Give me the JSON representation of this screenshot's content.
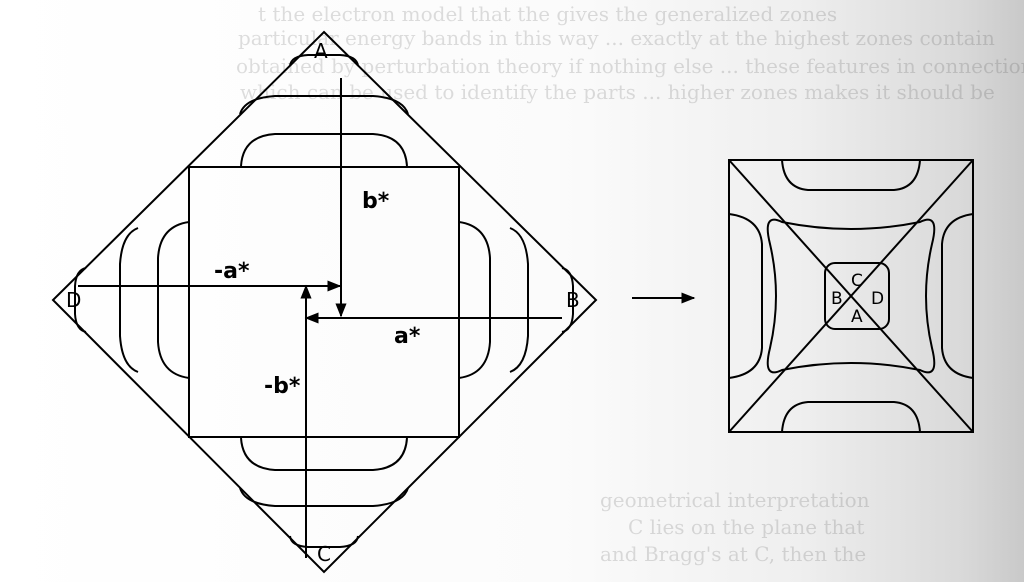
{
  "background_text": [
    "t the electron model that the gives the generalized zones",
    "particular energy bands in this way ... exactly at the highest zones contain",
    "obtained by perturbation theory if nothing else ... these features in connection with the",
    "which can be used to identify the parts ... higher zones makes it should be",
    "geometrical interpretation",
    "C lies on the plane that",
    "and Bragg's at C, then the"
  ],
  "figure": {
    "diagram": {
      "corner_labels": {
        "top": "A",
        "right": "B",
        "bottom": "C",
        "left": "D"
      },
      "vectors": {
        "b": "b*",
        "neg_a": "-a*",
        "a": "a*",
        "neg_b": "-b*"
      }
    },
    "reduced": {
      "labels": {
        "top": "C",
        "left": "B",
        "right": "D",
        "bottom": "A"
      }
    }
  }
}
